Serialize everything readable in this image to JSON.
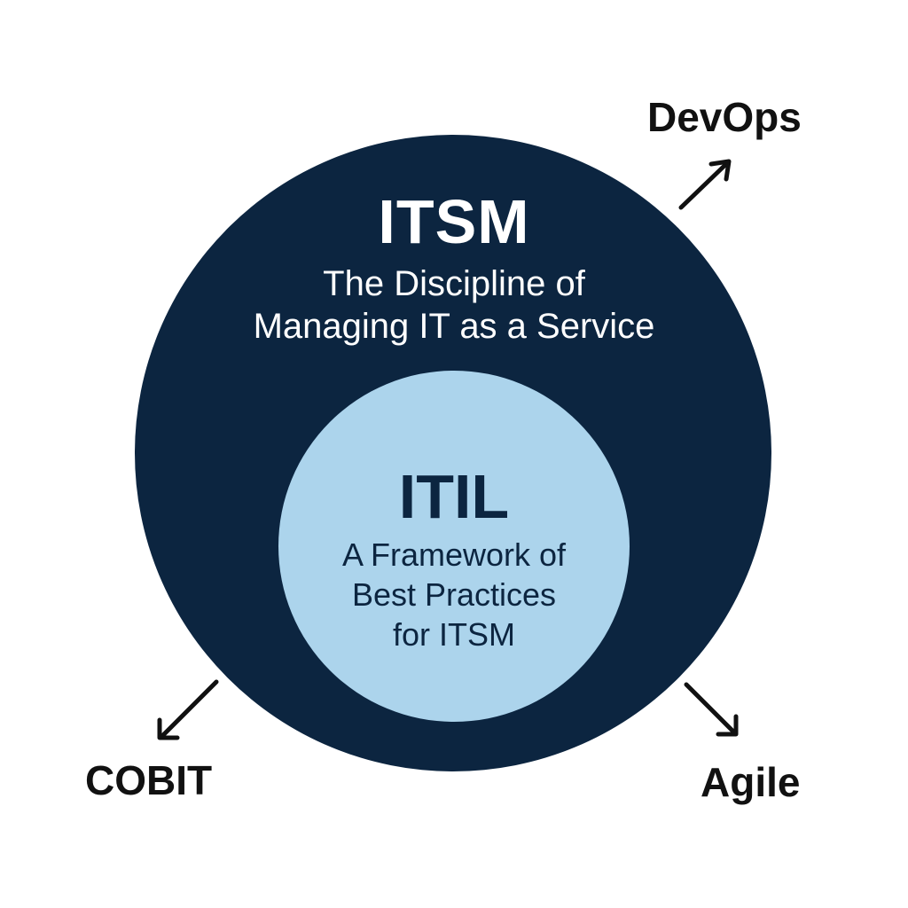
{
  "colors": {
    "outer_fill": "#0c2540",
    "inner_fill": "#acd4ec",
    "outer_text": "#ffffff",
    "inner_text": "#0c2540",
    "label_text": "#111111",
    "arrow": "#111111"
  },
  "itsm": {
    "title": "ITSM",
    "subtitle_line1": "The Discipline of",
    "subtitle_line2": "Managing IT as a Service"
  },
  "itil": {
    "title": "ITIL",
    "subtitle_line1": "A Framework of",
    "subtitle_line2": "Best Practices",
    "subtitle_line3": "for ITSM"
  },
  "related": {
    "devops": "DevOps",
    "cobit": "COBIT",
    "agile": "Agile"
  },
  "icons": {
    "devops_arrow": "arrow-up-right-icon",
    "cobit_arrow": "arrow-down-left-icon",
    "agile_arrow": "arrow-down-right-icon"
  }
}
